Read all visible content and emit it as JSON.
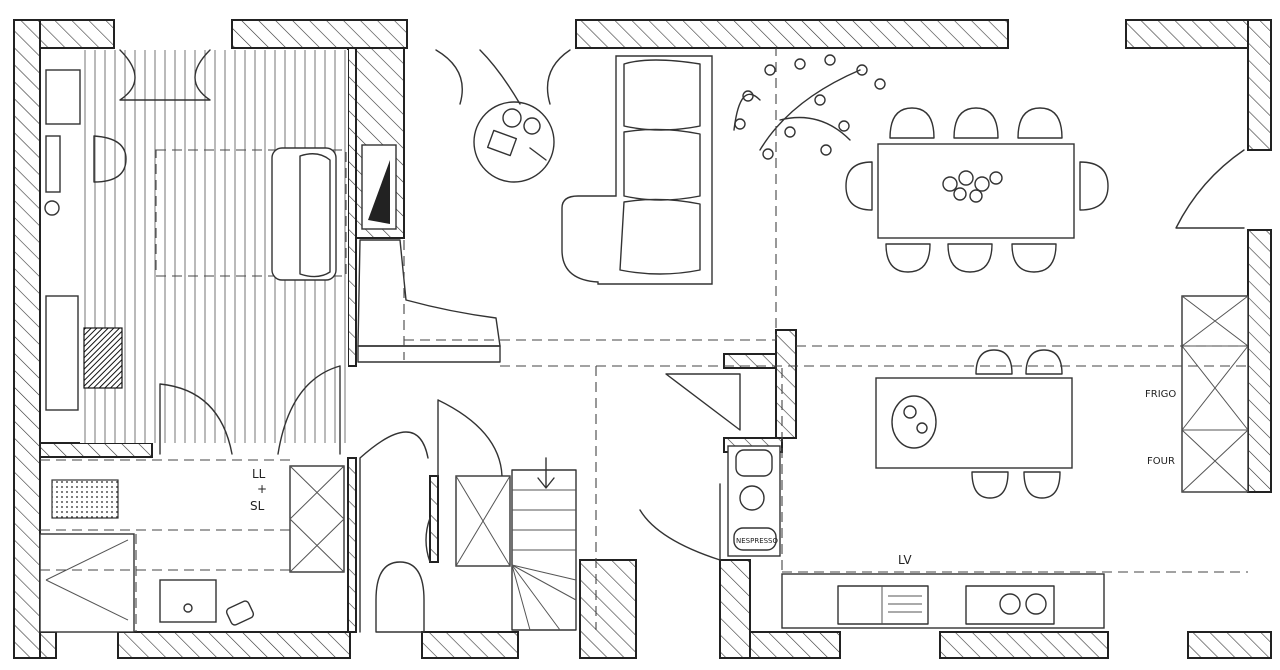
{
  "labels": {
    "laundry": [
      "LL",
      "+",
      "SL"
    ],
    "fridge": "FRIGO",
    "oven": "FOUR",
    "dishwasher": "LV",
    "nespresso": "NESPRESSO"
  }
}
